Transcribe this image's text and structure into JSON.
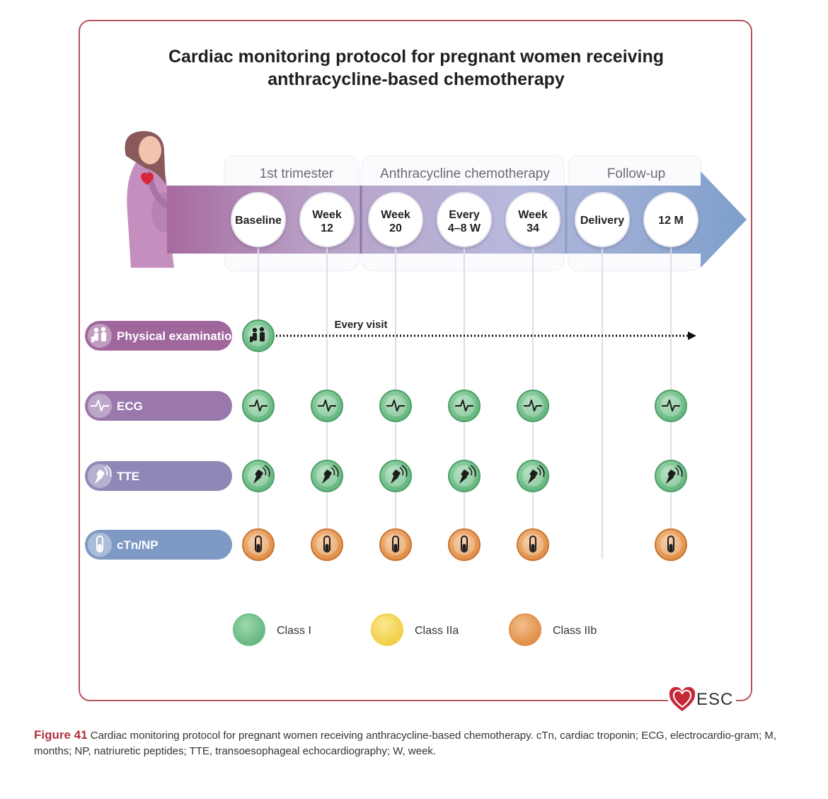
{
  "title": {
    "line1": "Cardiac monitoring protocol for pregnant women receiving",
    "line2": "anthracycline-based chemotherapy"
  },
  "phases": [
    "1st trimester",
    "Anthracycline chemotherapy",
    "Follow-up"
  ],
  "timepoints": [
    {
      "l1": "Baseline",
      "l2": ""
    },
    {
      "l1": "Week",
      "l2": "12"
    },
    {
      "l1": "Week",
      "l2": "20"
    },
    {
      "l1": "Every",
      "l2": "4–8 W"
    },
    {
      "l1": "Week",
      "l2": "34"
    },
    {
      "l1": "Delivery",
      "l2": ""
    },
    {
      "l1": "12 M",
      "l2": ""
    }
  ],
  "rows": [
    {
      "label": "Physical examination",
      "icon": "caregiver-icon",
      "color": "#a0679d"
    },
    {
      "label": "ECG",
      "icon": "ecg-wave-icon",
      "color": "#9a78ab"
    },
    {
      "label": "TTE",
      "icon": "ultrasound-probe-icon",
      "color": "#8e88b6"
    },
    {
      "label": "cTn/NP",
      "icon": "test-tube-icon",
      "color": "#7e9ac4"
    }
  ],
  "every_visit": "Every visit",
  "recommendations": [
    {
      "row": 0,
      "points": [
        0
      ],
      "class": "I"
    },
    {
      "row": 1,
      "points": [
        0,
        1,
        2,
        3,
        4,
        6
      ],
      "class": "I"
    },
    {
      "row": 2,
      "points": [
        0,
        1,
        2,
        3,
        4,
        6
      ],
      "class": "I"
    },
    {
      "row": 3,
      "points": [
        0,
        1,
        2,
        3,
        4,
        6
      ],
      "class": "IIb"
    }
  ],
  "legend": [
    {
      "label": "Class I",
      "color": "#6bbf86"
    },
    {
      "label": "Class IIa",
      "color": "#f3d24d"
    },
    {
      "label": "Class IIb",
      "color": "#e3914a"
    }
  ],
  "logo_text": "ESC",
  "caption": {
    "figure": "Figure 41",
    "text": " Cardiac monitoring protocol for pregnant women receiving anthracycline-based chemotherapy. cTn, cardiac troponin; ECG, electrocardio-gram; M, months; NP, natriuretic peptides; TTE, transoesophageal echocardiography; W, week."
  }
}
